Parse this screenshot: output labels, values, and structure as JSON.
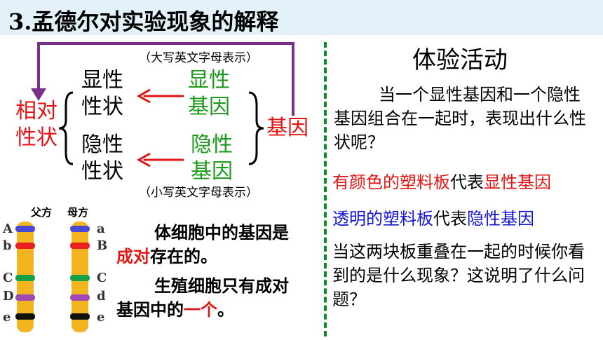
{
  "title": "3.孟德尔对实验现象的解释",
  "left": {
    "note_upper": "（大写英文字母表示）",
    "note_lower": "（小写英文字母表示）",
    "relative_trait": [
      "相对",
      "性状"
    ],
    "dominant_trait": [
      "显性",
      "性状"
    ],
    "recessive_trait": [
      "隐性",
      "性状"
    ],
    "dominant_gene": [
      "显性",
      "基因"
    ],
    "recessive_gene": [
      "隐性",
      "基因"
    ],
    "gene": "基因",
    "chromosome": {
      "father_label": "父方",
      "mother_label": "母方",
      "father_alleles": [
        "A",
        "b",
        "C",
        "D",
        "e"
      ],
      "mother_alleles": [
        "a",
        "B",
        "C",
        "d",
        "e"
      ],
      "band_colors": [
        "#4a4ad6",
        "#e82020",
        "#18a048",
        "#a04ab8",
        "#111111"
      ],
      "body_color": "#f2b520"
    },
    "text1": {
      "line1": "体细胞中的基因是",
      "red": "成对",
      "rest": "存在的。"
    },
    "text2": {
      "line1": "生殖细胞只有成对",
      "pre": "基因中的",
      "red": "一个",
      "post": "。"
    }
  },
  "right": {
    "heading": "体验活动",
    "question": "当一个显性基因和一个隐性基因组合在一起时，表现出什么性状呢？",
    "line_colored": {
      "red_part": "有颜色的塑料板",
      "mid": "代表",
      "red_part2": "显性基因"
    },
    "line_clear": {
      "blue_part": "透明的塑料板",
      "mid": "代表",
      "blue_part2": "隐性基因"
    },
    "final": "当这两块板重叠在一起的时候你看到的是什么现象？这说明了什么问题？"
  }
}
